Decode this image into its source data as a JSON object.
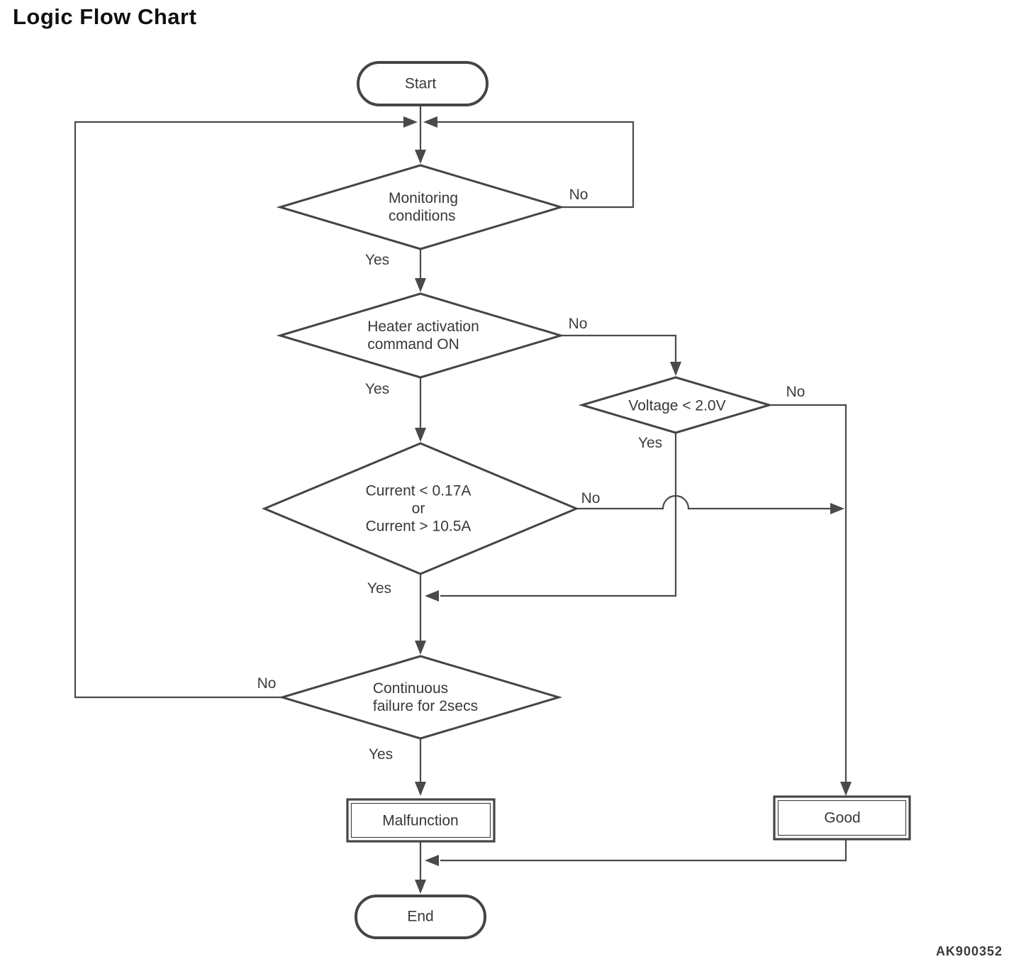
{
  "title": "Logic Flow Chart",
  "figure_code": "AK900352",
  "colors": {
    "line": "#4a4a4a",
    "shape_stroke": "#454545",
    "text": "#383838",
    "background": "#ffffff"
  },
  "nodes": {
    "start": {
      "type": "terminator",
      "label": "Start"
    },
    "monitoring": {
      "type": "decision",
      "lines": [
        "Monitoring",
        "conditions"
      ]
    },
    "heater": {
      "type": "decision",
      "lines": [
        "Heater activation",
        "command ON"
      ]
    },
    "voltage": {
      "type": "decision",
      "lines": [
        "Voltage < 2.0V"
      ]
    },
    "current": {
      "type": "decision",
      "lines": [
        "Current < 0.17A",
        "or",
        "Current > 10.5A"
      ]
    },
    "failure": {
      "type": "decision",
      "lines": [
        "Continuous",
        "failure for 2secs"
      ]
    },
    "malfunction": {
      "type": "process",
      "label": "Malfunction"
    },
    "good": {
      "type": "process",
      "label": "Good"
    },
    "end": {
      "type": "terminator",
      "label": "End"
    }
  },
  "edges": {
    "monitoring_yes": "Yes",
    "monitoring_no": "No",
    "heater_yes": "Yes",
    "heater_no": "No",
    "voltage_yes": "Yes",
    "voltage_no": "No",
    "current_yes": "Yes",
    "current_no": "No",
    "failure_yes": "Yes",
    "failure_no": "No"
  }
}
